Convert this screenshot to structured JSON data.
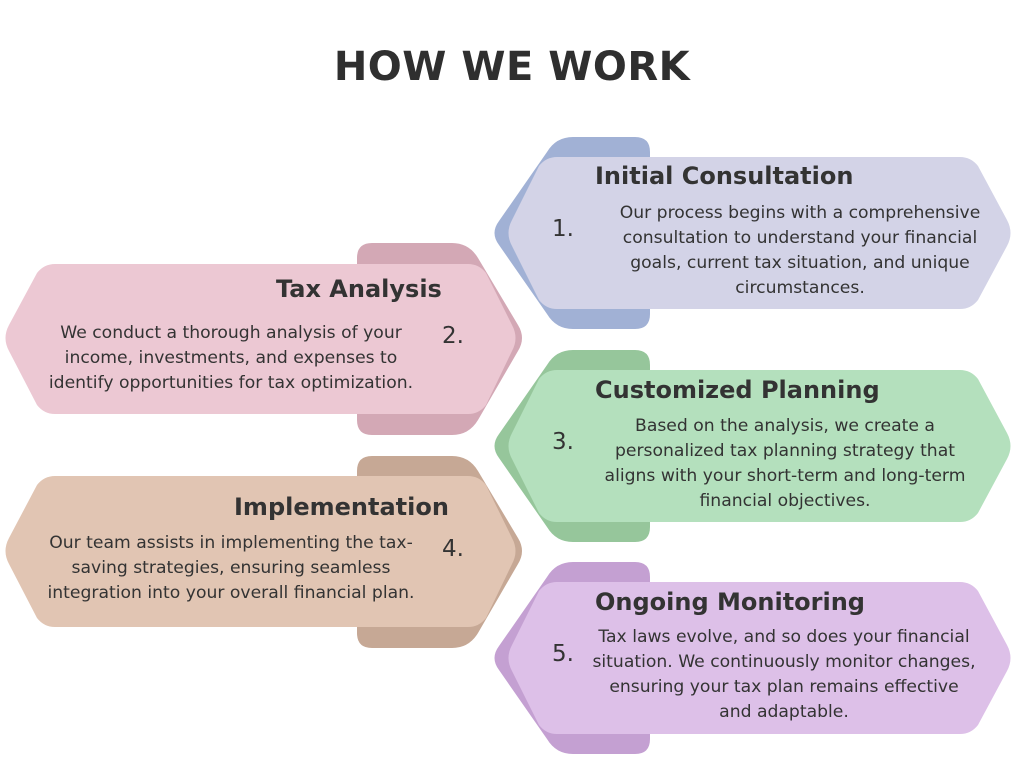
{
  "title": "HOW WE WORK",
  "colors": {
    "step1_back": "#a1b1d5",
    "step1_front": "#d3d3e7",
    "step2_back": "#d3a8b5",
    "step2_front": "#ecc8d3",
    "step3_back": "#96c69b",
    "step3_front": "#b4e0bd",
    "step4_back": "#c6a895",
    "step4_front": "#e1c5b3",
    "step5_back": "#c4a0d2",
    "step5_front": "#ddc0e8"
  },
  "steps": [
    {
      "number": "1.",
      "title": "Initial Consultation",
      "description": "Our process begins with a comprehensive consultation to understand your financial goals, current tax situation, and unique circumstances."
    },
    {
      "number": "2.",
      "title": "Tax Analysis",
      "description": "We conduct a thorough analysis of your income, investments, and expenses to identify opportunities for tax optimization."
    },
    {
      "number": "3.",
      "title": "Customized Planning",
      "description": "Based on the analysis, we create a personalized tax planning strategy that aligns with your short-term and long-term financial objectives."
    },
    {
      "number": "4.",
      "title": "Implementation",
      "description": "Our team assists in implementing the tax-saving strategies, ensuring seamless integration into your overall financial plan."
    },
    {
      "number": "5.",
      "title": "Ongoing Monitoring",
      "description": "Tax laws evolve, and so does your financial situation. We continuously monitor changes, ensuring your tax plan remains effective and adaptable."
    }
  ]
}
